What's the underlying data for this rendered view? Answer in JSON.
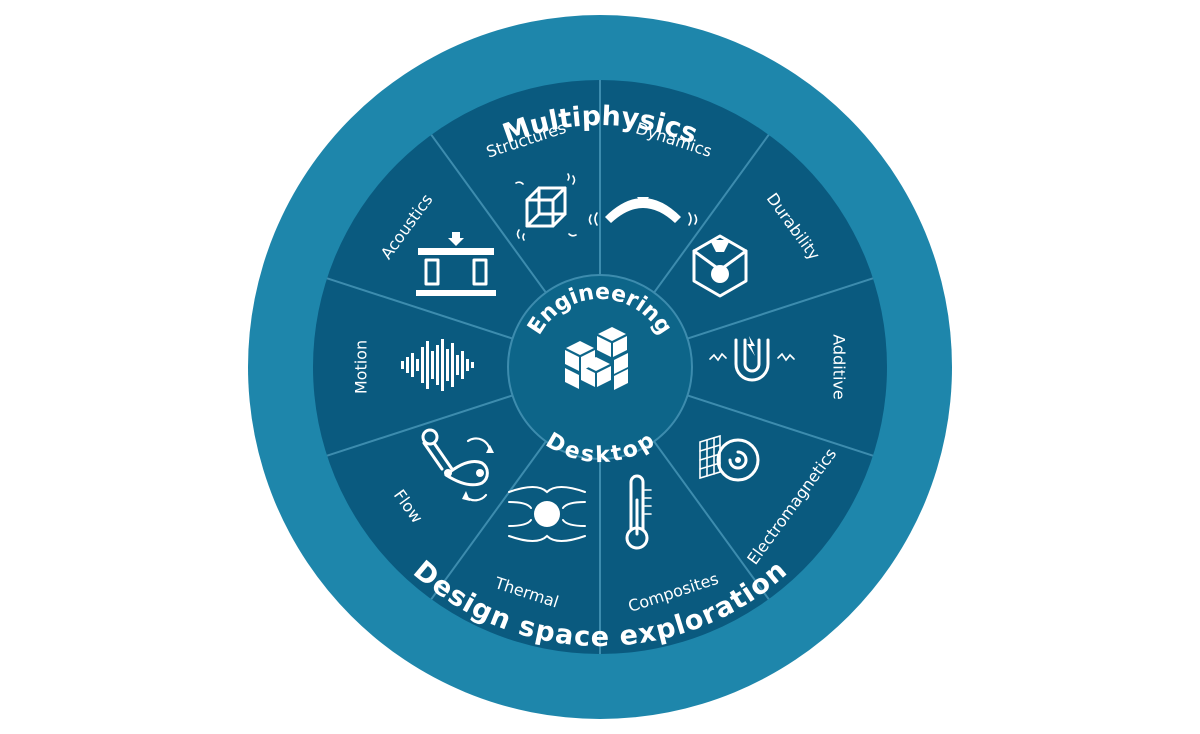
{
  "colors": {
    "outer_ring": "#1e86ab",
    "segment": "#0a5a7f",
    "divider": "#3d8cae",
    "hub": "#0d6589",
    "text": "#ffffff"
  },
  "outer_ring": {
    "top_label": "Multiphysics",
    "bottom_label": "Design space exploration"
  },
  "hub": {
    "line1": "Engineering",
    "line2": "Desktop",
    "icon": "stacked-cubes-icon"
  },
  "segments": [
    {
      "label": "Dynamics",
      "icon": "wireframe-cube-icon"
    },
    {
      "label": "Durability",
      "icon": "bending-beam-icon"
    },
    {
      "label": "Additive",
      "icon": "print-nozzle-icon"
    },
    {
      "label": "Electromagnetics",
      "icon": "horseshoe-magnet-icon"
    },
    {
      "label": "Composites",
      "icon": "fiber-roll-icon"
    },
    {
      "label": "Thermal",
      "icon": "thermometer-icon"
    },
    {
      "label": "Flow",
      "icon": "flow-sphere-icon"
    },
    {
      "label": "Motion",
      "icon": "linkage-belt-icon"
    },
    {
      "label": "Acoustics",
      "icon": "sound-wave-icon"
    },
    {
      "label": "Structures",
      "icon": "loaded-beam-icon"
    }
  ]
}
